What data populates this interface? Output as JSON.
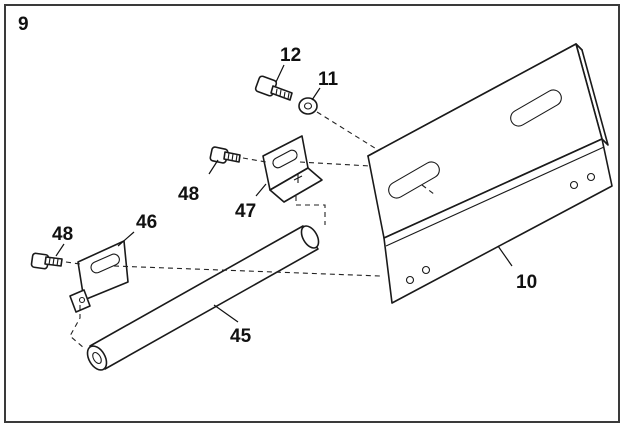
{
  "figure": {
    "number": "9"
  },
  "callouts": {
    "p12": "12",
    "p11": "11",
    "p48a": "48",
    "p47": "47",
    "p48b": "48",
    "p46": "46",
    "p45": "45",
    "p10": "10"
  },
  "parts": {
    "p10": "mounting-plate",
    "p11": "washer",
    "p12": "screw",
    "p45": "rod",
    "p46": "bracket",
    "p47": "bracket",
    "p48": "screw"
  }
}
